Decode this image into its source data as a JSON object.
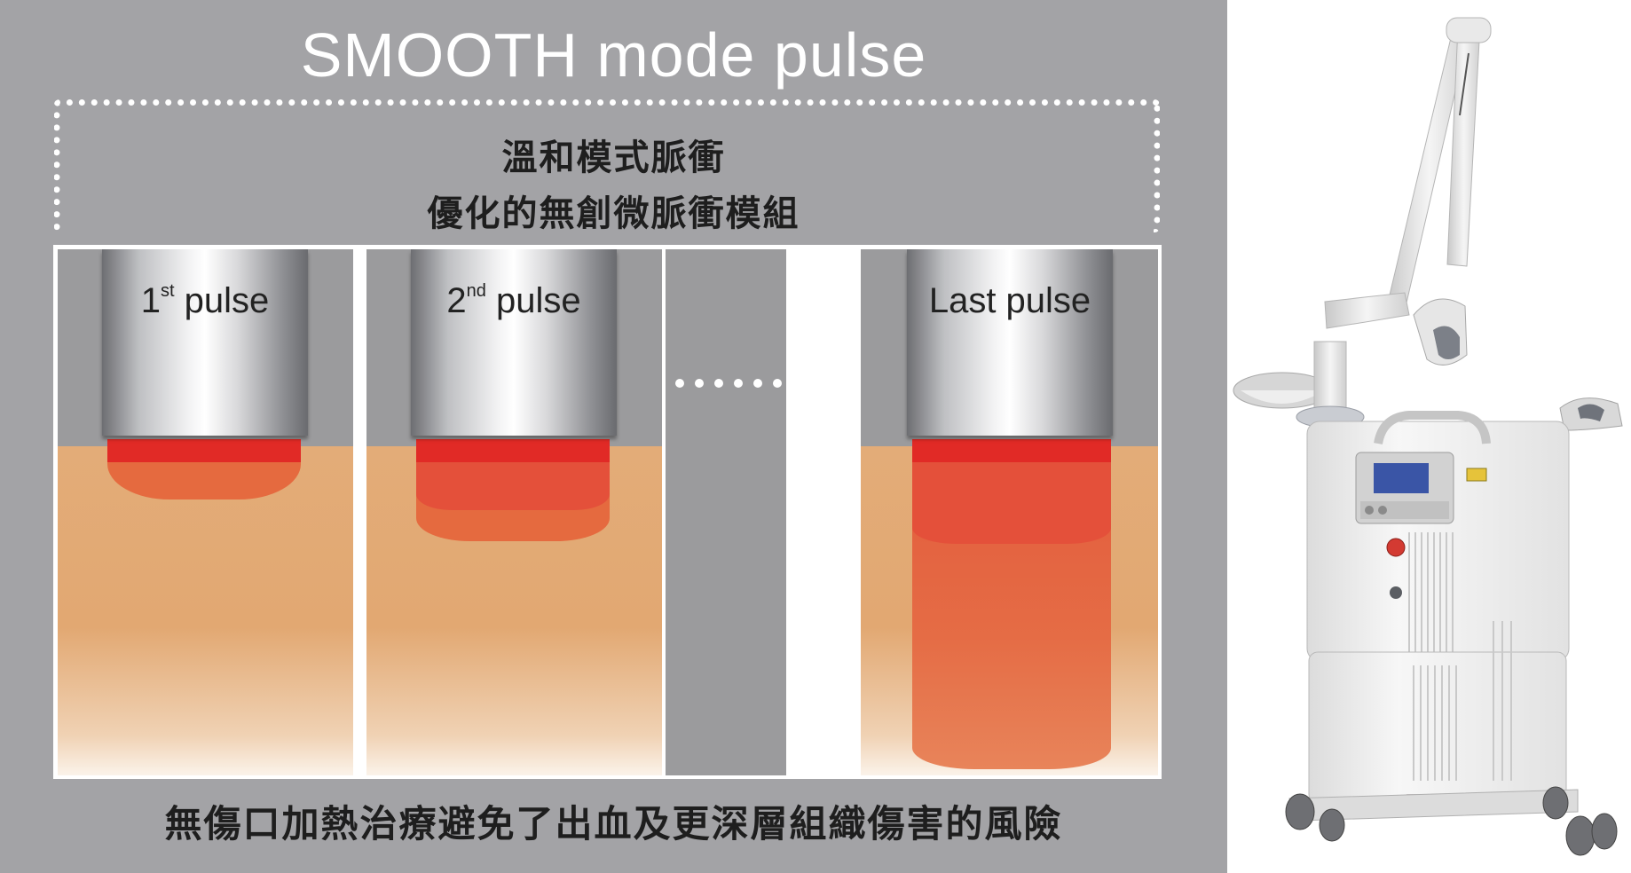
{
  "title": "SMOOTH mode pulse",
  "subtitle_line1": "溫和模式脈衝",
  "subtitle_line2": "優化的無創微脈衝模組",
  "panels": [
    {
      "label_main": "1",
      "label_sup": "st",
      "label_rest": " pulse"
    },
    {
      "label_main": "2",
      "label_sup": "nd",
      "label_rest": " pulse"
    },
    {
      "label_main": "Last pulse",
      "label_sup": "",
      "label_rest": ""
    }
  ],
  "caption": "無傷口加熱治療避免了出血及更深層組織傷害的風險",
  "colors": {
    "background": "#a3a3a6",
    "skin": "#e2a872",
    "heat_surface": "#e12a26",
    "heat_deep": "#e56a3f",
    "title_text": "#ffffff"
  },
  "icons": [
    "dotted-arrow-right-icon",
    "laser-device-image"
  ]
}
